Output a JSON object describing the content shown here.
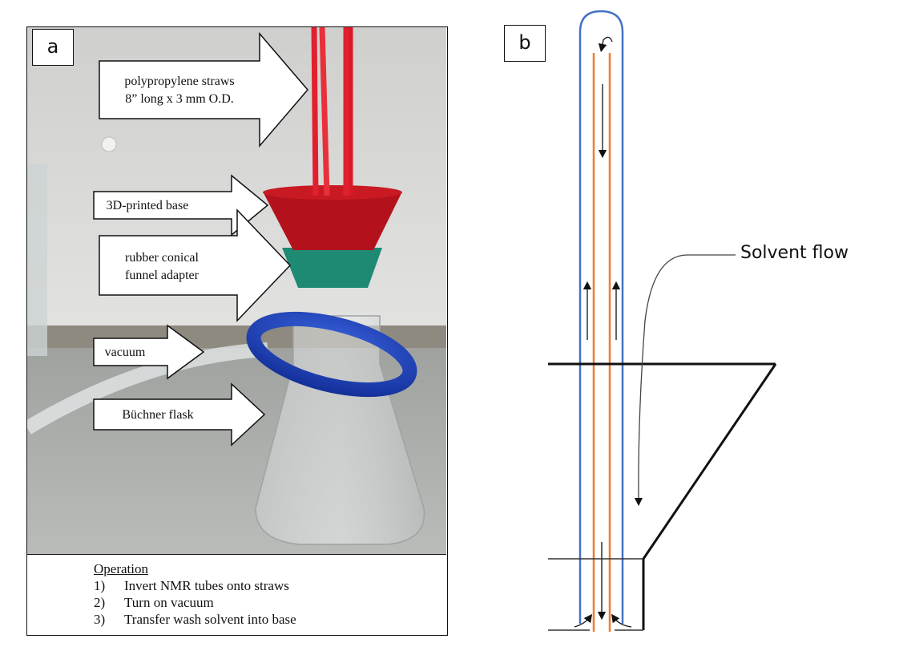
{
  "panel_a": {
    "label": "a",
    "callouts": [
      {
        "id": "straws",
        "lines": [
          "polypropylene straws",
          "8” long x 3 mm O.D."
        ]
      },
      {
        "id": "base",
        "lines": [
          "3D-printed base"
        ]
      },
      {
        "id": "adapter",
        "lines": [
          "rubber conical",
          "funnel adapter"
        ]
      },
      {
        "id": "vacuum",
        "lines": [
          "vacuum"
        ]
      },
      {
        "id": "flask",
        "lines": [
          "Büchner flask"
        ]
      }
    ],
    "operation": {
      "title": "Operation",
      "steps": [
        {
          "num": "1)",
          "text": "Invert NMR tubes onto straws"
        },
        {
          "num": "2)",
          "text": "Turn on vacuum"
        },
        {
          "num": "3)",
          "text": "Transfer wash solvent into base"
        }
      ]
    },
    "colors": {
      "straw": "#e0202e",
      "base": "#b3121c",
      "adapter": "#1f8a73",
      "clamp": "#1c3fb5",
      "wall": "#d6d6d4",
      "bench": "#a9aca9"
    }
  },
  "panel_b": {
    "label": "b",
    "annotation": "Solvent flow",
    "colors": {
      "tube": "#4472c4",
      "straw": "#ed7d31",
      "line": "#000000"
    }
  }
}
